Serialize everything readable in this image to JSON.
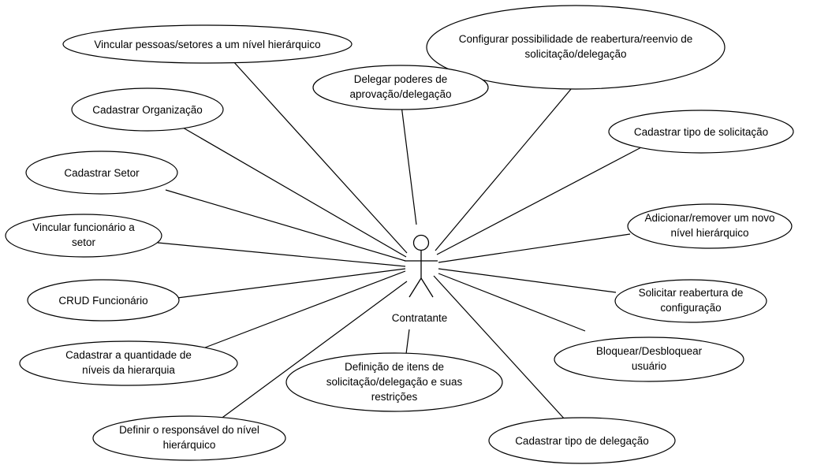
{
  "diagram": {
    "type": "uml-use-case",
    "actor": {
      "name": "Contratante"
    },
    "use_cases": [
      {
        "id": "uc-vincular-pessoas",
        "lines": [
          "Vincular pessoas/setores a um nível hierárquico"
        ]
      },
      {
        "id": "uc-configurar-reabertura",
        "lines": [
          "Configurar possibilidade de reabertura/reenvio de",
          "solicitação/delegação"
        ]
      },
      {
        "id": "uc-delegar-poderes",
        "lines": [
          "Delegar poderes de",
          "aprovação/delegação"
        ]
      },
      {
        "id": "uc-cadastrar-organizacao",
        "lines": [
          "Cadastrar Organização"
        ]
      },
      {
        "id": "uc-cadastrar-tipo-solicitacao",
        "lines": [
          "Cadastrar tipo de solicitação"
        ]
      },
      {
        "id": "uc-cadastrar-setor",
        "lines": [
          "Cadastrar Setor"
        ]
      },
      {
        "id": "uc-adicionar-nivel",
        "lines": [
          "Adicionar/remover um novo",
          "nível hierárquico"
        ]
      },
      {
        "id": "uc-vincular-funcionario",
        "lines": [
          "Vincular funcionário a",
          "setor"
        ]
      },
      {
        "id": "uc-crud-funcionario",
        "lines": [
          "CRUD Funcionário"
        ]
      },
      {
        "id": "uc-solicitar-reabertura",
        "lines": [
          "Solicitar reabertura de",
          "configuração"
        ]
      },
      {
        "id": "uc-cadastrar-quantidade-niveis",
        "lines": [
          "Cadastrar a quantidade de",
          "níveis da hierarquia"
        ]
      },
      {
        "id": "uc-definicao-itens",
        "lines": [
          "Definição de itens de",
          "solicitação/delegação e suas",
          "restrições"
        ]
      },
      {
        "id": "uc-bloquear-usuario",
        "lines": [
          "Bloquear/Desbloquear",
          "usuário"
        ]
      },
      {
        "id": "uc-definir-responsavel",
        "lines": [
          "Definir o responsável do nível",
          "hierárquico"
        ]
      },
      {
        "id": "uc-cadastrar-tipo-delegacao",
        "lines": [
          "Cadastrar tipo de delegação"
        ]
      }
    ]
  }
}
